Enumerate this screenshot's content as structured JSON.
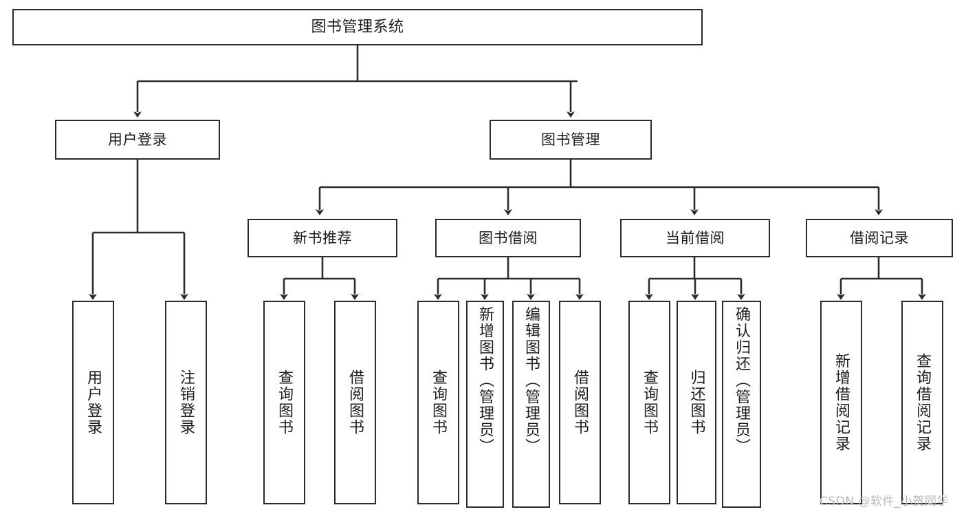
{
  "diagram": {
    "title": "图书管理系统",
    "type": "hierarchy-tree",
    "watermark": "CSDN @软件_小贺同学",
    "colors": {
      "stroke": "#2b2b2b",
      "fill": "#ffffff",
      "text": "#1c1c1c",
      "watermark": "#b9b9b9"
    },
    "nodes": {
      "root": {
        "label": "图书管理系统"
      },
      "level2": [
        {
          "label": "用户登录"
        },
        {
          "label": "图书管理"
        }
      ],
      "level3": [
        {
          "label": "新书推荐"
        },
        {
          "label": "图书借阅"
        },
        {
          "label": "当前借阅"
        },
        {
          "label": "借阅记录"
        }
      ],
      "leaves_user_login": [
        {
          "label": "用户登录"
        },
        {
          "label": "注销登录"
        }
      ],
      "leaves_new_books": [
        {
          "label": "查询图书"
        },
        {
          "label": "借阅图书"
        }
      ],
      "leaves_borrow": [
        {
          "label": "查询图书"
        },
        {
          "label": "新增图书（管理员）"
        },
        {
          "label": "编辑图书（管理员）"
        },
        {
          "label": "借阅图书"
        }
      ],
      "leaves_current": [
        {
          "label": "查询图书"
        },
        {
          "label": "归还图书"
        },
        {
          "label": "确认归还（管理员）"
        }
      ],
      "leaves_records": [
        {
          "label": "新增借阅记录"
        },
        {
          "label": "查询借阅记录"
        }
      ]
    }
  }
}
